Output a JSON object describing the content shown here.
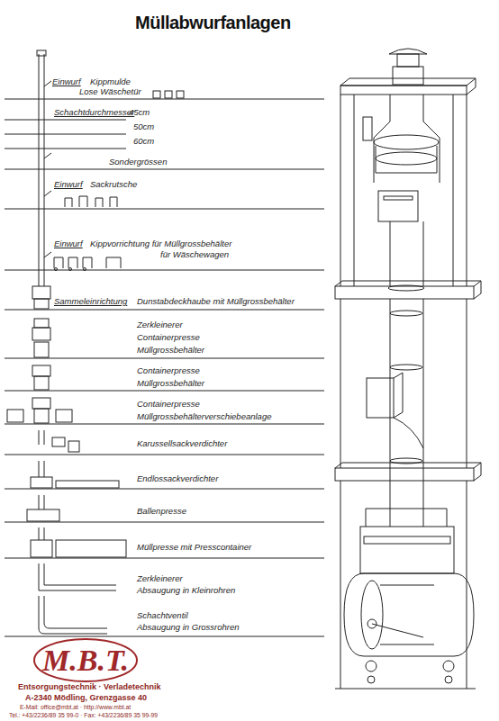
{
  "diagram": {
    "title": "Müllabwurfanlagen",
    "nodes": [
      {
        "text": [
          "M.B.T."
        ]
      }
    ],
    "labels": [
      "Einwurf",
      "Kippmulde",
      "Lose Wäschetür",
      "Schachtdurchmesser",
      "45cm",
      "50cm",
      "60cm",
      "Sondergrössen",
      "Einwurf",
      "Sackrutsche",
      "Einwurf",
      "Kippvorrichtung für Müllgrossbehälter",
      "für Wäschewagen",
      "Sammeleinrichtung",
      "Dunstabdeckhaube mit Müllgrossbehälter",
      "Zerkleinerer",
      "Containerpresse",
      "Müllgrossbehälter",
      "Containerpresse",
      "Müllgrossbehälter",
      "Containerpresse",
      "Müllgrossbehälterverschiebeanlage",
      "Karussellsackverdichter",
      "Endlossackverdichter",
      "Ballenpresse",
      "Müllpresse mit Presscontainer",
      "Zerkleinerer",
      "Absaugung in Kleinrohren",
      "Schachtventil",
      "Absaugung in Grossrohren",
      "Entsorgungstechnik · Verladetechnik",
      "A-2340 Mödling, Grenzgasse 40",
      "E-Mail: office@mbt.at · http://www.mbt.at",
      "Tel.: +43/2236/89 35 99-0 · Fax: +43/2236/89 35 99-99"
    ]
  }
}
